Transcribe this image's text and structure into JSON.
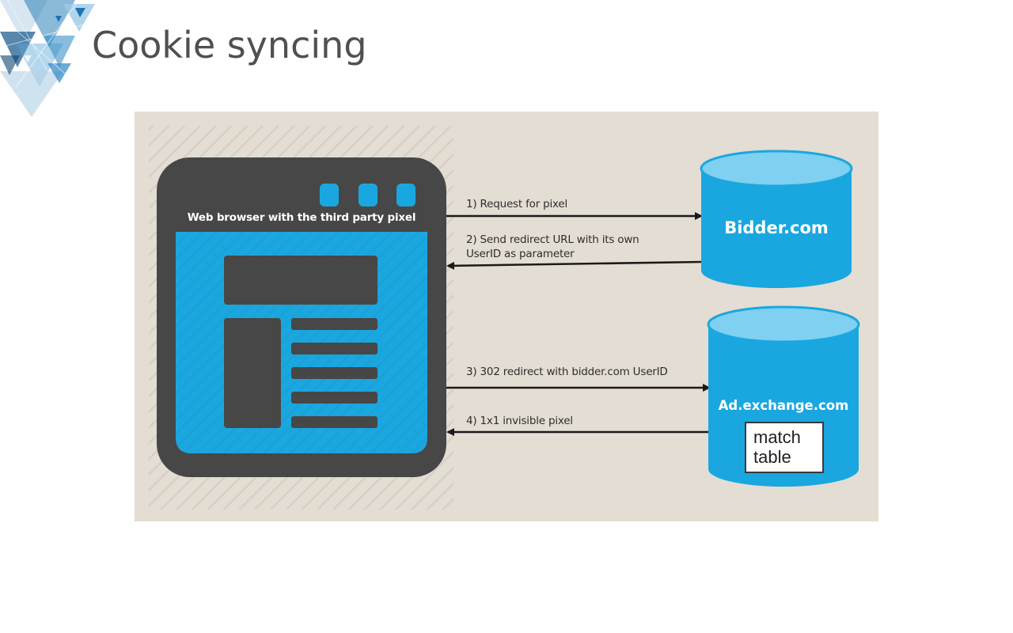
{
  "slide": {
    "title": "Cookie syncing"
  },
  "diagram": {
    "browser": {
      "caption": "Web browser with the third party pixel"
    },
    "arrows": [
      {
        "step": "1",
        "label_lines": [
          "1) Request for pixel"
        ]
      },
      {
        "step": "2",
        "label_lines": [
          "2) Send redirect URL with its own",
          "UserID as parameter"
        ]
      },
      {
        "step": "3",
        "label_lines": [
          "3) 302 redirect with bidder.com UserID"
        ]
      },
      {
        "step": "4",
        "label_lines": [
          "4) 1x1 invisible pixel"
        ]
      }
    ],
    "bidder_db": {
      "label": "Bidder.com"
    },
    "exchange_db": {
      "label": "Ad.exchange.com",
      "inner_box_lines": [
        "match",
        "table"
      ]
    }
  },
  "colors": {
    "panel_background": "#e3ddd3",
    "browser_frame": "#474747",
    "browser_screen": "#1aa7e0",
    "cylinder_body": "#1aa7e0",
    "cylinder_top": "#7fd0f1",
    "arrow": "#1a1a1a",
    "title_text": "#505050"
  }
}
